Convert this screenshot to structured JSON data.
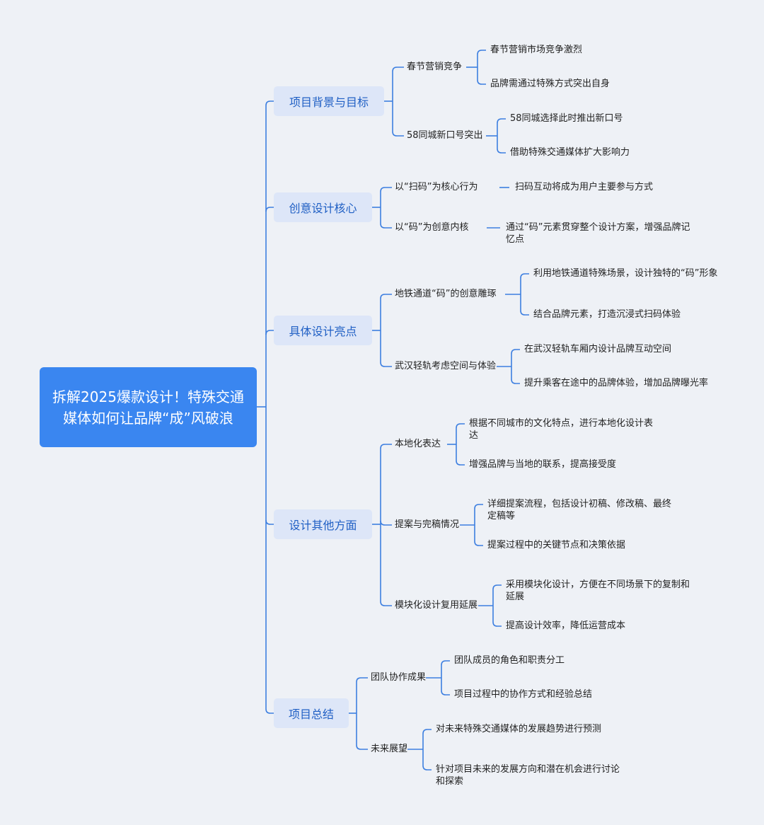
{
  "colors": {
    "background": "#eef1f6",
    "root": "#3a86f0",
    "branch": "#dde6f8",
    "line": "#3d7fe0",
    "branch_text": "#1f5fc4"
  },
  "root": {
    "title": "拆解2025爆款设计！特殊交通媒体如何让品牌“成”风破浪"
  },
  "branches": [
    {
      "label": "项目背景与目标",
      "children": [
        {
          "label": "春节营销竞争",
          "children": [
            "春节营销市场竞争激烈",
            "品牌需通过特殊方式突出自身"
          ]
        },
        {
          "label": "58同城新口号突出",
          "children": [
            "58同城选择此时推出新口号",
            "借助特殊交通媒体扩大影响力"
          ]
        }
      ]
    },
    {
      "label": "创意设计核心",
      "children": [
        {
          "label": "以“扫码”为核心行为",
          "children": [
            "扫码互动将成为用户主要参与方式"
          ]
        },
        {
          "label": "以“码”为创意内核",
          "children": [
            "通过“码”元素贯穿整个设计方案，增强品牌记忆点"
          ]
        }
      ]
    },
    {
      "label": "具体设计亮点",
      "children": [
        {
          "label": "地铁通道“码”的创意雕琢",
          "children": [
            "利用地铁通道特殊场景，设计独特的“码”形象",
            "结合品牌元素，打造沉浸式扫码体验"
          ]
        },
        {
          "label": "武汉轻轨考虑空间与体验",
          "children": [
            "在武汉轻轨车厢内设计品牌互动空间",
            "提升乘客在途中的品牌体验，增加品牌曝光率"
          ]
        }
      ]
    },
    {
      "label": "设计其他方面",
      "children": [
        {
          "label": "本地化表达",
          "children": [
            "根据不同城市的文化特点，进行本地化设计表达",
            "增强品牌与当地的联系，提高接受度"
          ]
        },
        {
          "label": "提案与完稿情况",
          "children": [
            "详细提案流程，包括设计初稿、修改稿、最终定稿等",
            "提案过程中的关键节点和决策依据"
          ]
        },
        {
          "label": "模块化设计复用延展",
          "children": [
            "采用模块化设计，方便在不同场景下的复制和延展",
            "提高设计效率，降低运营成本"
          ]
        }
      ]
    },
    {
      "label": "项目总结",
      "children": [
        {
          "label": "团队协作成果",
          "children": [
            "团队成员的角色和职责分工",
            "项目过程中的协作方式和经验总结"
          ]
        },
        {
          "label": "未来展望",
          "children": [
            "对未来特殊交通媒体的发展趋势进行预测",
            "针对项目未来的发展方向和潜在机会进行讨论和探索"
          ]
        }
      ]
    }
  ]
}
